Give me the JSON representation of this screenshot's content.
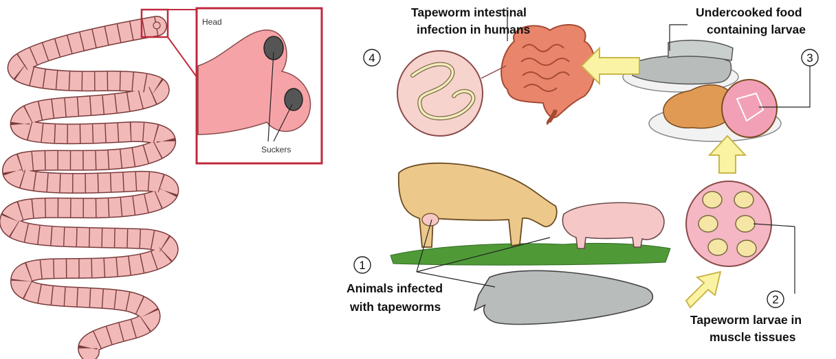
{
  "inset": {
    "head_label": "Head",
    "suckers_label": "Suckers"
  },
  "steps": [
    {
      "number": "1",
      "lines": [
        "Animals infected",
        "with tapeworms"
      ]
    },
    {
      "number": "2",
      "lines": [
        "Tapeworm larvae in",
        "muscle tissues"
      ]
    },
    {
      "number": "3",
      "lines": [
        "Undercooked food",
        "containing larvae"
      ]
    },
    {
      "number": "4",
      "lines": [
        "Tapeworm intestinal",
        "infection in humans"
      ]
    }
  ],
  "colors": {
    "worm_fill": "#f2b9b9",
    "worm_stroke": "#7a3a3a",
    "inset_border": "#c0283c",
    "inset_fill": "#f6a3a8",
    "arrow_fill": "#fbf3a4",
    "arrow_stroke": "#c9b64a",
    "intestine": "#e8856b",
    "grass": "#4f9a37",
    "cow": "#ecc98b",
    "pig": "#f6c7c7",
    "fish": "#b8bdbb",
    "ham": "#e09a54"
  }
}
